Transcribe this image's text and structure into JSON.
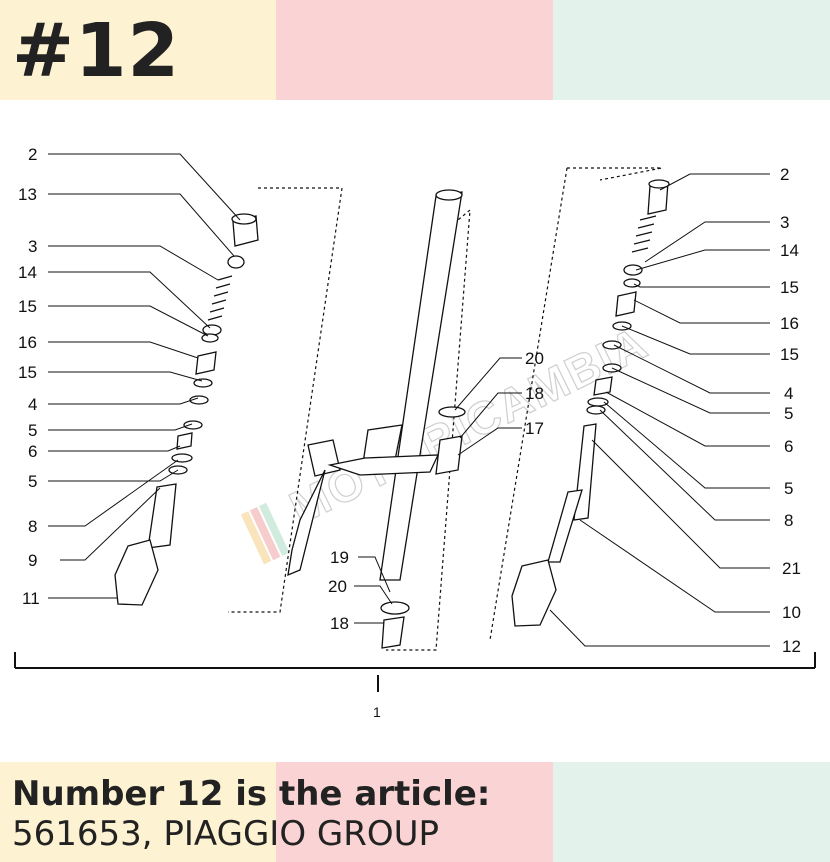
{
  "heading": "#12",
  "caption": {
    "line1": "Number 12 is the article:",
    "line2": "561653, PIAGGIO GROUP"
  },
  "colors": {
    "band_left": "#fdf3d2",
    "band_middle": "#fad4d4",
    "band_right": "#e3f3ec",
    "ink": "#222222"
  },
  "watermark": {
    "text": "MOTORICAMBIA",
    "icon": "striped-logo-icon"
  },
  "callouts": {
    "left": [
      "2",
      "13",
      "3",
      "14",
      "15",
      "16",
      "15",
      "4",
      "5",
      "6",
      "5",
      "8",
      "9",
      "11"
    ],
    "center": [
      "20",
      "18",
      "17",
      "19",
      "20",
      "18"
    ],
    "right": [
      "2",
      "3",
      "14",
      "15",
      "16",
      "15",
      "4",
      "5",
      "6",
      "5",
      "8",
      "21",
      "10",
      "12"
    ],
    "assembly": "1"
  }
}
